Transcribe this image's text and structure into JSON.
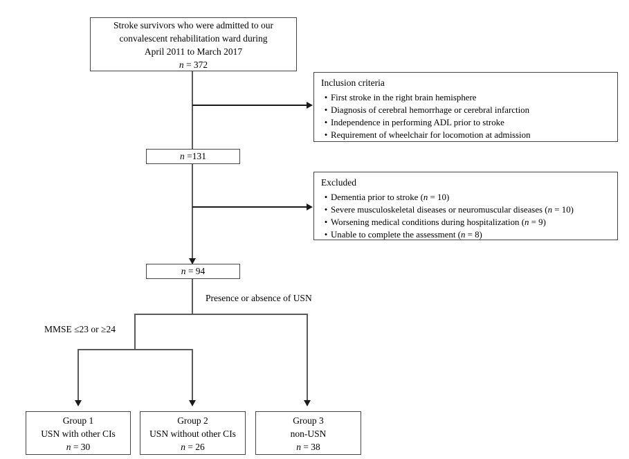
{
  "colors": {
    "line": "#5a5a5a",
    "arrow": "#1a1a1a",
    "border": "#444444",
    "text": "#000000",
    "bg": "#ffffff"
  },
  "glyphs": {
    "bullet": "•"
  },
  "flowchart": {
    "top_box": {
      "lines": [
        "Stroke survivors who were admitted to our",
        "convalescent rehabilitation ward during",
        "April 2011 to March 2017"
      ],
      "n_italic": "n",
      "n_rest": " = 372"
    },
    "inclusion_box": {
      "title": "Inclusion criteria",
      "items": [
        "First stroke in the right brain hemisphere",
        "Diagnosis of cerebral hemorrhage or cerebral infarction",
        "Independence in performing ADL prior to stroke",
        "Requirement of wheelchair for locomotion at admission"
      ]
    },
    "n131_box": {
      "n_italic": "n",
      "n_rest": " =131"
    },
    "excluded_box": {
      "title": "Excluded",
      "items": [
        {
          "pre": "Dementia prior to stroke (",
          "n": "n",
          "post": " = 10)"
        },
        {
          "pre": "Severe musculoskeletal diseases or neuromuscular diseases (",
          "n": "n",
          "post": " = 10)"
        },
        {
          "pre": "Worsening medical conditions during hospitalization (",
          "n": "n",
          "post": " = 9)"
        },
        {
          "pre": "Unable to complete the assessment (",
          "n": "n",
          "post": " = 8)"
        }
      ]
    },
    "n94_box": {
      "n_italic": "n",
      "n_rest": " = 94"
    },
    "branch_labels": {
      "usn": "Presence or absence of USN",
      "mmse": "MMSE ≤23 or ≥24"
    },
    "groups": [
      {
        "title": "Group 1",
        "subtitle": "USN with other CIs",
        "n_italic": "n",
        "n_rest": " = 30"
      },
      {
        "title": "Group 2",
        "subtitle": "USN without other CIs",
        "n_italic": "n",
        "n_rest": " = 26"
      },
      {
        "title": "Group 3",
        "subtitle": "non-USN",
        "n_italic": "n",
        "n_rest": " = 38"
      }
    ]
  }
}
